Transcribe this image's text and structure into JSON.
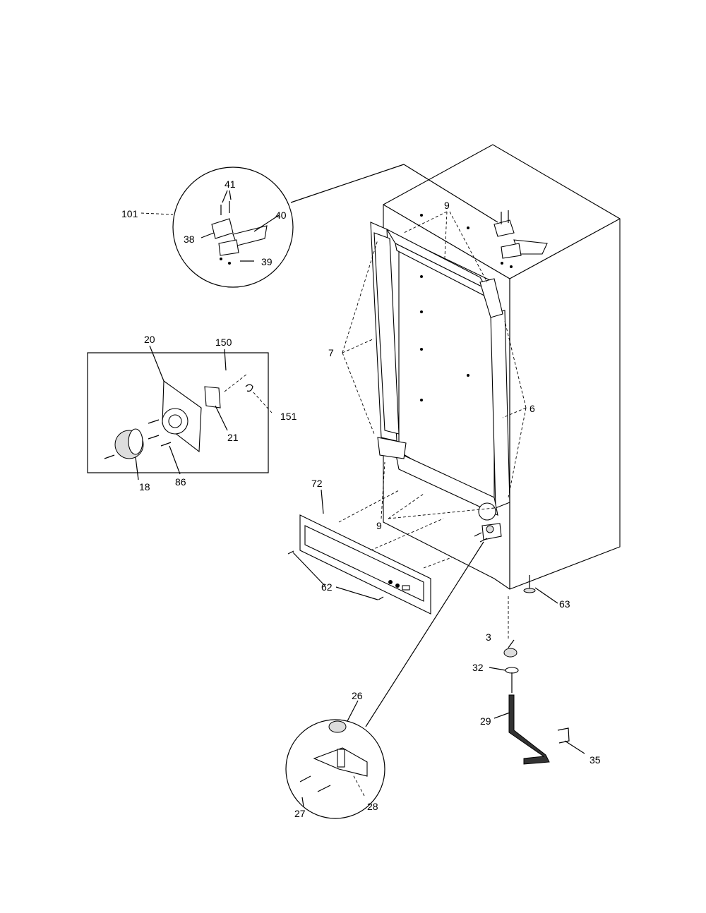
{
  "diagram": {
    "labels": {
      "p101": "101",
      "p41": "41",
      "p40": "40",
      "p38": "38",
      "p39": "39",
      "p9_top": "9",
      "p7": "7",
      "p6": "6",
      "p20": "20",
      "p150": "150",
      "p151": "151",
      "p21": "21",
      "p18": "18",
      "p86": "86",
      "p72": "72",
      "p9_bottom": "9",
      "p62": "62",
      "p63": "63",
      "p3": "3",
      "p32": "32",
      "p29": "29",
      "p35": "35",
      "p26": "26",
      "p27": "27",
      "p28": "28"
    }
  }
}
